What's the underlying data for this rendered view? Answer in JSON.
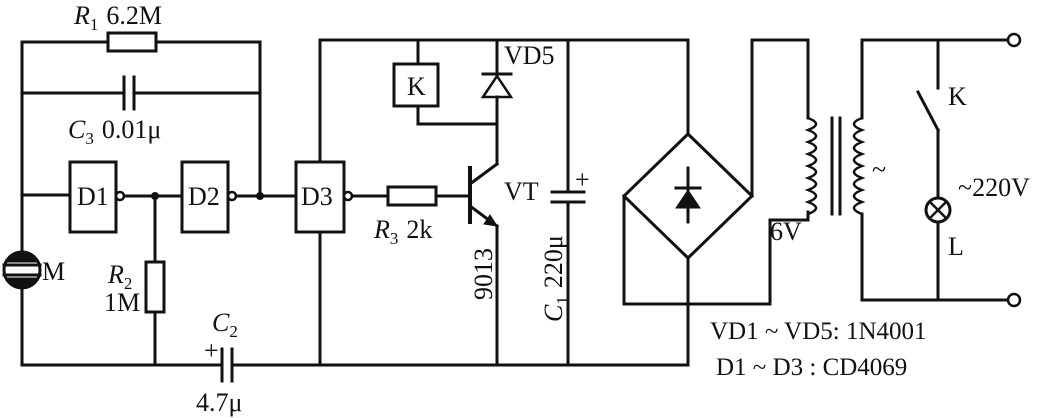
{
  "components": {
    "r1": {
      "name": "R",
      "sub": "1",
      "value": "6.2M"
    },
    "c3": {
      "name": "C",
      "sub": "3",
      "value": "0.01μ"
    },
    "d1": {
      "label": "D1"
    },
    "d2": {
      "label": "D2"
    },
    "d3": {
      "label": "D3"
    },
    "r2": {
      "name": "R",
      "sub": "2",
      "value": "1M"
    },
    "c2": {
      "name": "C",
      "sub": "2",
      "value": "4.7μ",
      "polarity": "+"
    },
    "mic": {
      "label": "M"
    },
    "r3": {
      "name": "R",
      "sub": "3",
      "value": "2k"
    },
    "transistor": {
      "label": "VT",
      "model": "9013"
    },
    "relay": {
      "label": "K"
    },
    "vd5": {
      "label": "VD5"
    },
    "c1": {
      "name": "C",
      "sub": "1",
      "value": "220μ",
      "polarity": "+"
    },
    "transformer": {
      "secondary": "6V",
      "primary_symbol": "~"
    },
    "switch": {
      "label": "K"
    },
    "lamp": {
      "label": "L"
    },
    "mains": {
      "label": "~220V"
    }
  },
  "notes": {
    "diodes": "VD1 ~ VD5: 1N4001",
    "gates": "D1 ~ D3 : CD4069"
  }
}
